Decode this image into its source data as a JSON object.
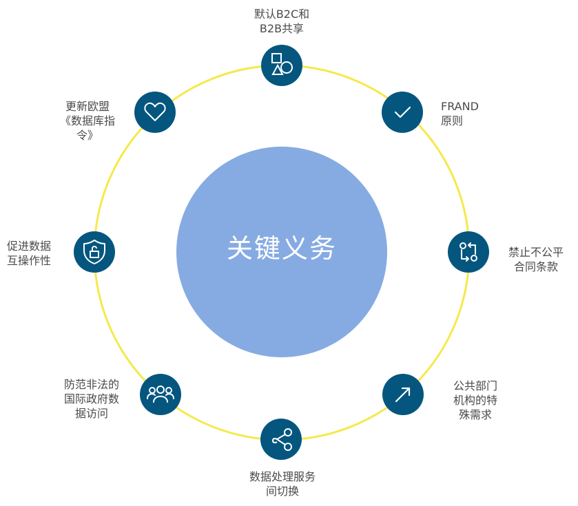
{
  "diagram": {
    "center_label": "关键义务",
    "colors": {
      "ring": "#f5e94a",
      "center_fill": "#86abe2",
      "node_fill": "#04567f",
      "icon_stroke": "#ffffff",
      "label_text": "#4a4a4a"
    },
    "nodes": [
      {
        "label": "默认B2C和\nB2B共享",
        "icon": "shapes-icon"
      },
      {
        "label": "FRAND\n原则",
        "icon": "checkmark-icon"
      },
      {
        "label": "禁止不公平\n合同条款",
        "icon": "swap-arrows-icon"
      },
      {
        "label": "公共部门\n机构的特\n殊需求",
        "icon": "arrow-up-right-icon"
      },
      {
        "label": "数据处理服务\n间切换",
        "icon": "share-icon"
      },
      {
        "label": "防范非法的\n国际政府数\n据访问",
        "icon": "users-group-icon"
      },
      {
        "label": "促进数据\n互操作性",
        "icon": "shield-lock-icon"
      },
      {
        "label": "更新欧盟\n《数据库指\n令》",
        "icon": "heart-icon"
      }
    ]
  }
}
